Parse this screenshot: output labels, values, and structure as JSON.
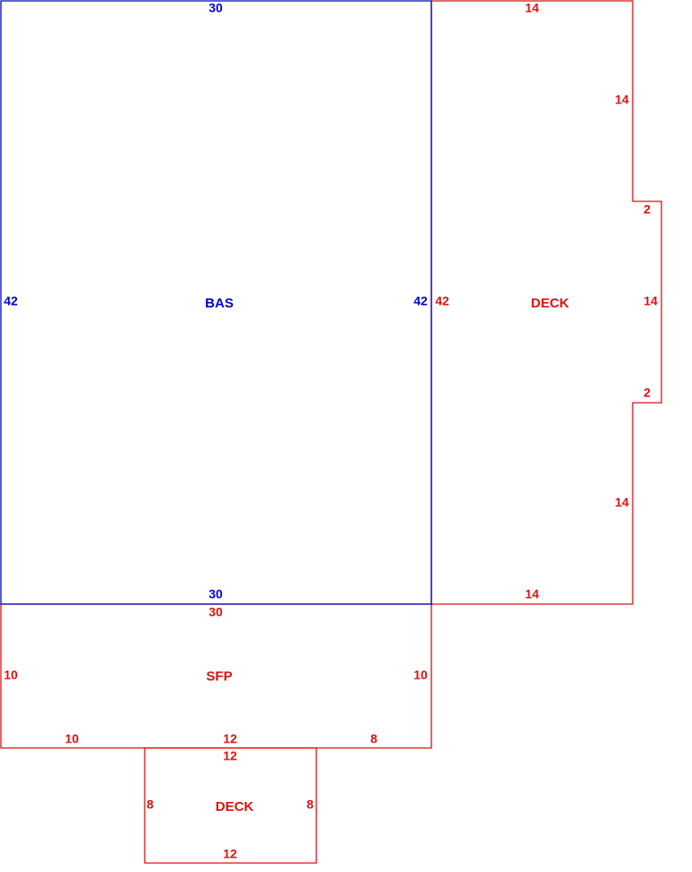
{
  "colors": {
    "bas": "#0000cc",
    "addition": "#dd1111"
  },
  "areas": {
    "bas": {
      "label": "BAS",
      "top": "30",
      "left": "42",
      "right": "42",
      "bottom": "30"
    },
    "deck_right": {
      "label": "DECK",
      "left": "42",
      "top": "14",
      "upper_side": "14",
      "bump_top": "2",
      "bump_side": "14",
      "bump_bottom": "2",
      "lower_side": "14",
      "bottom": "14"
    },
    "sfp": {
      "label": "SFP",
      "top": "30",
      "left": "10",
      "right": "10",
      "bottom_left": "10",
      "bottom_mid": "12",
      "bottom_right": "8"
    },
    "deck_bottom": {
      "label": "DECK",
      "top": "12",
      "left": "8",
      "right": "8",
      "bottom": "12"
    }
  }
}
